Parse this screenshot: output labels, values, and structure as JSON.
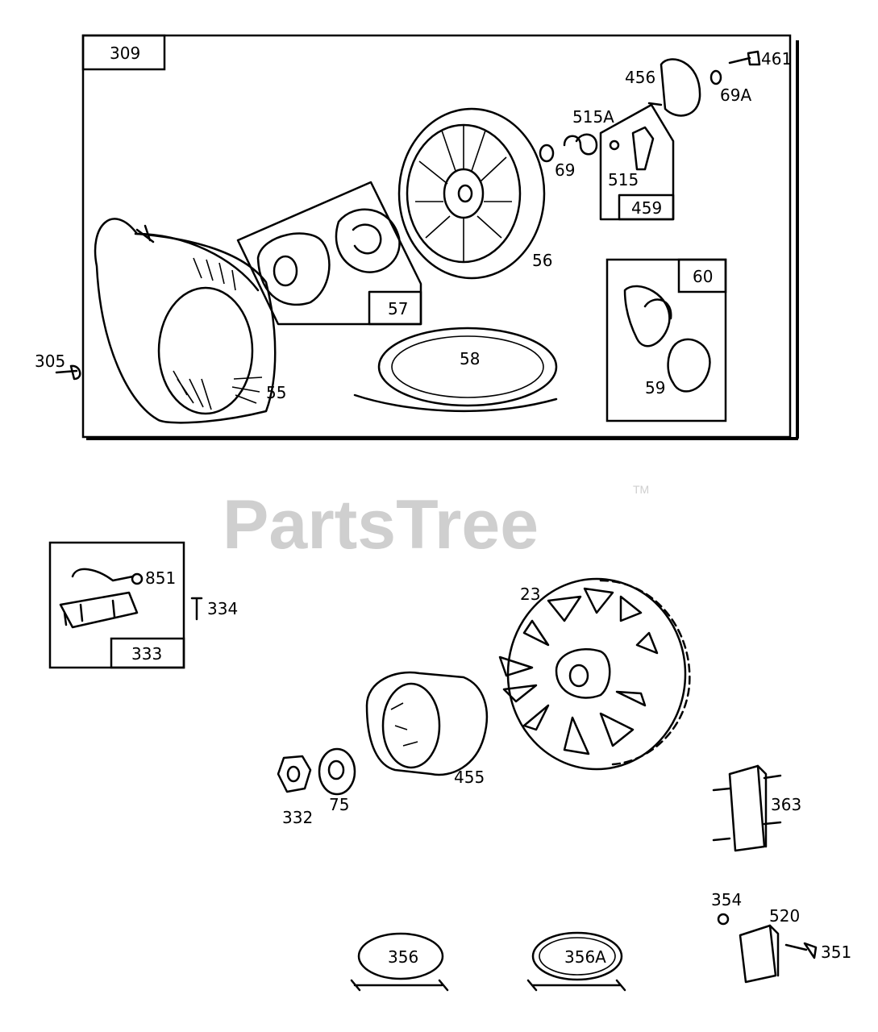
{
  "watermark": {
    "text": "PartsTree",
    "trademark": "TM"
  },
  "callouts": {
    "c309": "309",
    "c305": "305",
    "c55": "55",
    "c57": "57",
    "c56": "56",
    "c58": "58",
    "c69": "69",
    "c515a": "515A",
    "c456": "456",
    "c461": "461",
    "c69a": "69A",
    "c515": "515",
    "c459": "459",
    "c60": "60",
    "c59": "59",
    "c851": "851",
    "c334": "334",
    "c333": "333",
    "c23": "23",
    "c332": "332",
    "c75": "75",
    "c455": "455",
    "c363": "363",
    "c354": "354",
    "c520": "520",
    "c351": "351",
    "c356": "356",
    "c356a": "356A"
  }
}
